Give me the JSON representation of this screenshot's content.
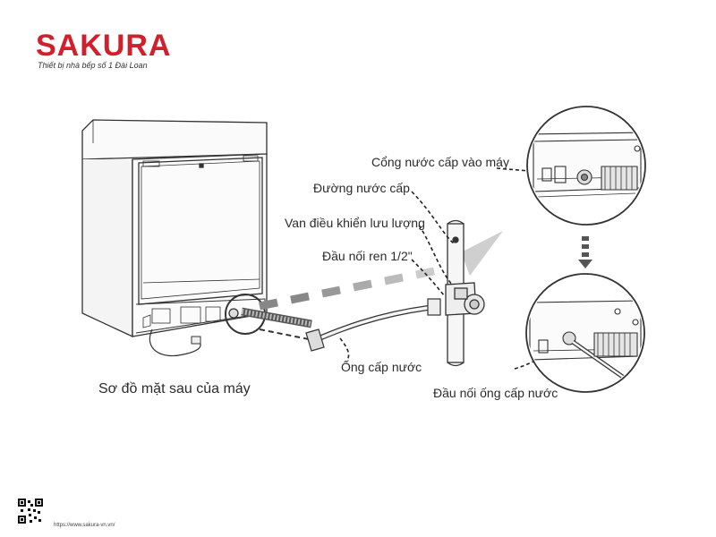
{
  "brand": {
    "logo_text": "SAKURA",
    "tagline": "Thiết bị nhà bếp số 1 Đài Loan",
    "brand_color": "#d0202e"
  },
  "labels": {
    "inlet_port": "Cổng nước cấp vào máy",
    "supply_line": "Đường nước cấp",
    "control_valve": "Van điều khiển lưu lượng",
    "thread_connector": "Đầu nối ren 1/2\"",
    "supply_hose": "Ống cấp nước",
    "hose_connector": "Đầu nối ống cấp nước"
  },
  "captions": {
    "rear_diagram": "Sơ đồ mặt sau của máy"
  },
  "footer": {
    "url": "https://www.sakura-vn.vn/",
    "qr_icon": "qr-code-icon"
  }
}
